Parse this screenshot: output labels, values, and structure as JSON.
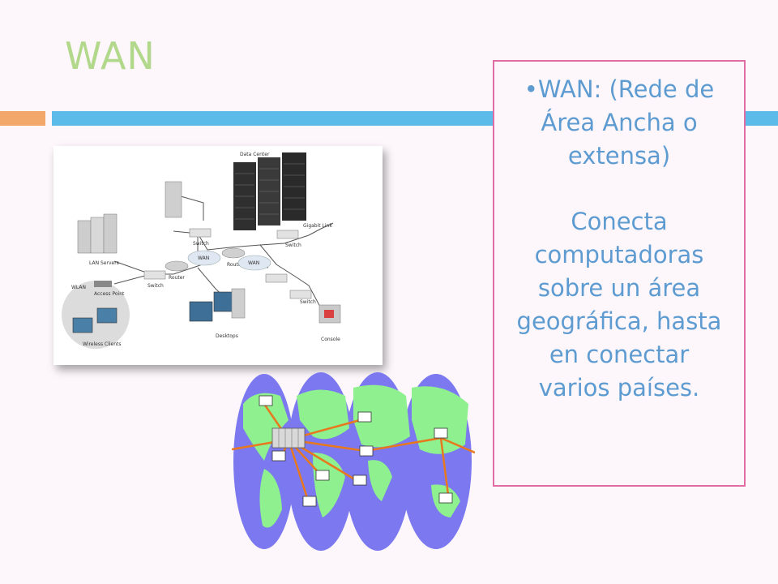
{
  "slide": {
    "title": "WAN"
  },
  "textbox": {
    "heading_line1": "•WAN: (Rede de",
    "heading_line2": "Área Ancha o",
    "heading_line3": "extensa)",
    "body_line1": "Conecta",
    "body_line2": "computadoras",
    "body_line3": "sobre un área",
    "body_line4": "geográfica, hasta",
    "body_line5": "en conectar",
    "body_line6": "varios países."
  },
  "diagram": {
    "data_center": "Data Center",
    "gigabit_link": "Gigabit Link",
    "switch": "Switch",
    "router": "Router",
    "wan": "WAN",
    "lan_servers": "LAN Servers",
    "access_point": "Access Point",
    "wlan": "WLAN",
    "wireless_clients": "Wireless Clients",
    "desktops": "Desktops",
    "console": "Console"
  },
  "colors": {
    "title": "#b2d88c",
    "accent_orange": "#f2a86a",
    "accent_blue": "#5cbbe8",
    "textbox_border": "#e06da4",
    "textbox_text": "#5d9bd1",
    "ocean": "#7b78f0",
    "land": "#8ef08e",
    "link": "#e8781e"
  }
}
